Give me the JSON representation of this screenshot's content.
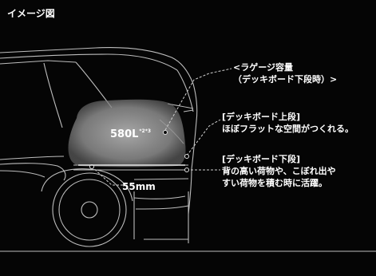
{
  "corner_label": "イメージ図",
  "callout_lower_mode": {
    "line1": "<ラゲージ容量",
    "line2": "（デッキボード下段時）>"
  },
  "callout_upper_board": {
    "line1": "[デッキボード上段]",
    "line2": "ほぼフラットな空間がつくれる。"
  },
  "callout_lower_board": {
    "line1": "[デッキボード下段]",
    "line2": "背の高い荷物や、こぼれ出や",
    "line3": "すい荷物を積む時に活躍。"
  },
  "capacity": {
    "value": "580L",
    "footnote": "*2*3"
  },
  "height_difference": "55mm",
  "colors": {
    "background": "#050505",
    "line": "#bfbfbf",
    "cargo_fill": "#9a9a9a",
    "text": "#ffffff"
  }
}
